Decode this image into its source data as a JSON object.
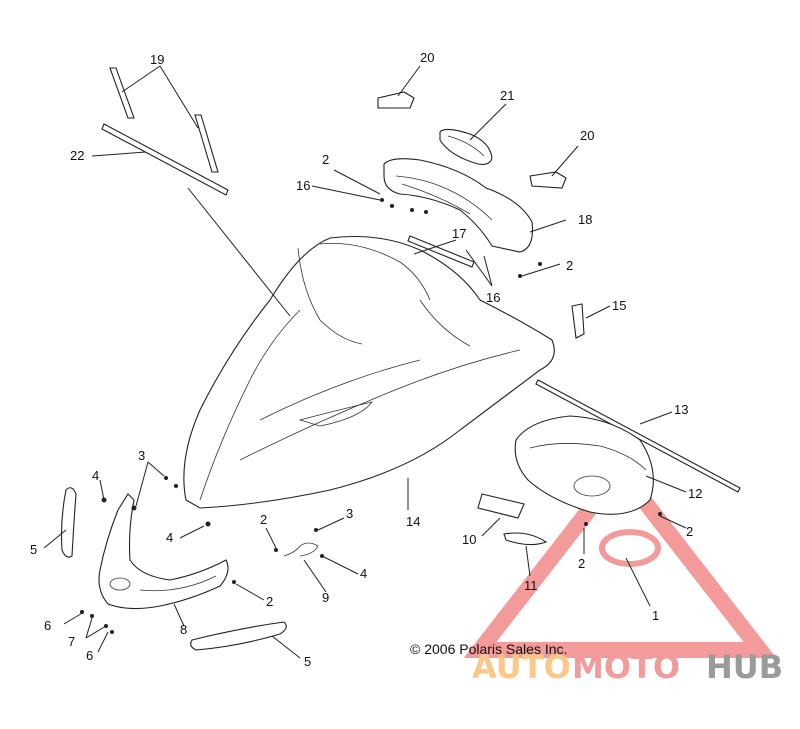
{
  "callouts": {
    "c1": "1",
    "c2a": "2",
    "c2b": "2",
    "c2c": "2",
    "c2d": "2",
    "c2e": "2",
    "c2f": "2",
    "c3a": "3",
    "c3b": "3",
    "c4a": "4",
    "c4b": "4",
    "c4c": "4",
    "c5a": "5",
    "c5b": "5",
    "c6a": "6",
    "c6b": "6",
    "c7": "7",
    "c8": "8",
    "c9": "9",
    "c10": "10",
    "c11": "11",
    "c12": "12",
    "c13": "13",
    "c14": "14",
    "c15": "15",
    "c16a": "16",
    "c16b": "16",
    "c17": "17",
    "c18": "18",
    "c19": "19",
    "c20a": "20",
    "c20b": "20",
    "c21": "21",
    "c22": "22"
  },
  "copyright": "© 2006 Polaris Sales Inc.",
  "watermark": {
    "auto": "AUTO",
    "moto": "MOTO",
    "hub": "HUB",
    "colors": {
      "red": "#f39a9a",
      "orange": "#fbc88a",
      "gray": "#9a9a9a"
    }
  }
}
